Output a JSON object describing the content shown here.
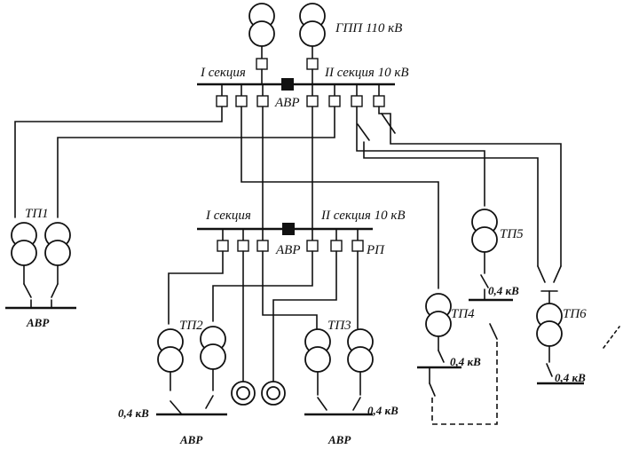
{
  "labels": {
    "gpp": "ГПП 110 кВ",
    "sec1_top": "I секция",
    "sec2_top": "II секция 10 кВ",
    "avr_top": "АВР",
    "sec1_mid": "I секция",
    "sec2_mid": "II секция 10 кВ",
    "avr_mid": "АВР",
    "rp": "РП",
    "tp1": "ТП1",
    "tp2": "ТП2",
    "tp3": "ТП3",
    "tp4": "ТП4",
    "tp5": "ТП5",
    "tp6": "ТП6",
    "avr_tp1": "АВР",
    "avr_tp2": "АВР",
    "avr_tp3": "АВР",
    "v04_tp2": "0,4 кВ",
    "v04_tp3": "0,4 кВ",
    "v04_tp4": "0,4 кВ",
    "v04_tp5": "0,4 кВ",
    "v04_tp6": "0,4 кВ"
  }
}
